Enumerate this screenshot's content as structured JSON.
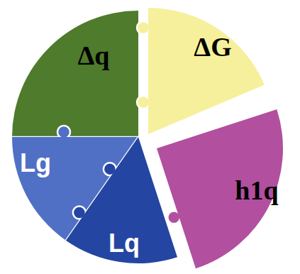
{
  "diagram": {
    "nodes": [
      {
        "text": [
          "Δq"
        ]
      },
      {
        "text": [
          "ΔG"
        ]
      },
      {
        "text": [
          "Lg"
        ]
      },
      {
        "text": [
          "Lq"
        ]
      },
      {
        "text": [
          "h1q"
        ]
      }
    ]
  }
}
